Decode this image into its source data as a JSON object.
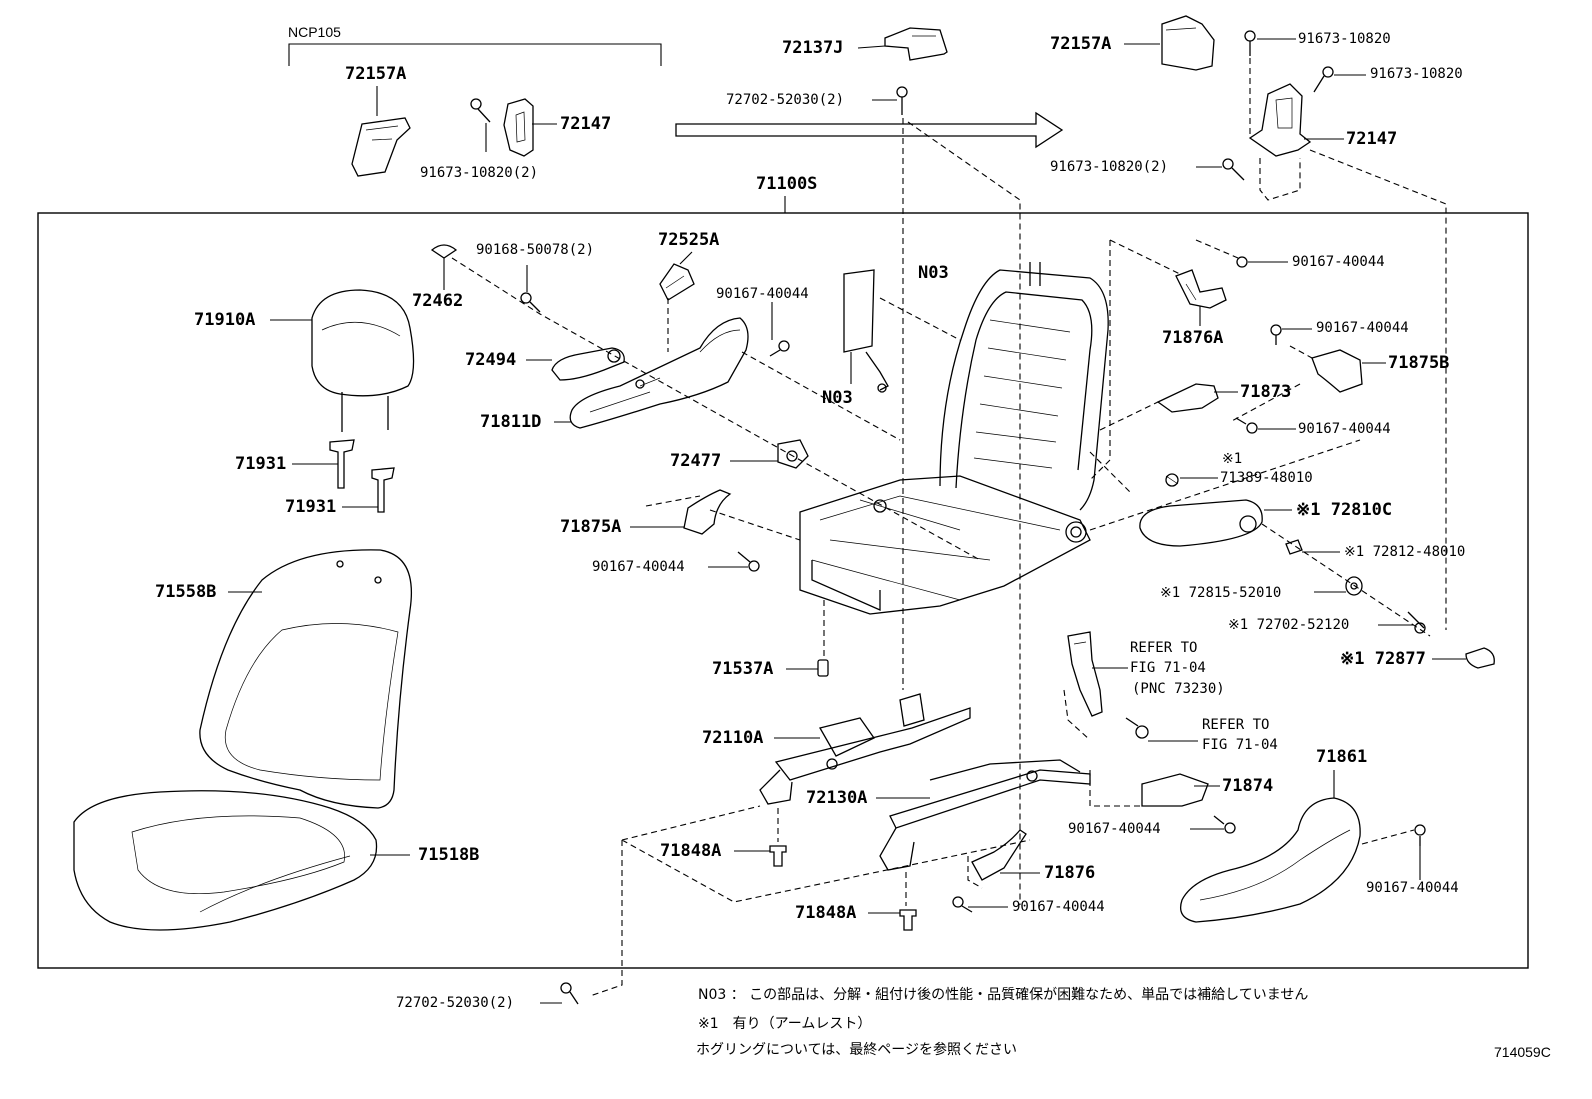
{
  "variant": "NCP105",
  "assembly": "71100S",
  "figure_code": "714059C",
  "parts": {
    "p72157A_left": "72157A",
    "p72147_left": "72147",
    "p91673_left": "91673-10820(2)",
    "p72137J": "72137J",
    "p72702_52030_top": "72702-52030(2)",
    "p72157A_right": "72157A",
    "p91673_r1": "91673-10820",
    "p91673_r2": "91673-10820",
    "p72147_right": "72147",
    "p91673_r3": "91673-10820(2)",
    "p90168": "90168-50078(2)",
    "p72525A": "72525A",
    "p72462": "72462",
    "p90167_a": "90167-40044",
    "p71910A": "71910A",
    "p72494": "72494",
    "p71811D": "71811D",
    "p72477": "72477",
    "p71931_a": "71931",
    "p71931_b": "71931",
    "p71875A": "71875A",
    "p90167_b": "90167-40044",
    "p71558B": "71558B",
    "p71537A": "71537A",
    "p72110A": "72110A",
    "p72130A": "72130A",
    "p71848A_a": "71848A",
    "p71848A_b": "71848A",
    "p71518B": "71518B",
    "p71876": "71876",
    "p90167_c": "90167-40044",
    "pN03_a": "N03",
    "pN03_b": "N03",
    "p90167_d": "90167-40044",
    "p71876A": "71876A",
    "p90167_e": "90167-40044",
    "p71875B": "71875B",
    "p71873": "71873",
    "p90167_f": "90167-40044",
    "p71389_note": "※1",
    "p71389": "71389-48010",
    "p72810C": "※1 72810C",
    "p72812": "※1 72812-48010",
    "p72815": "※1 72815-52010",
    "p72702_52120": "※1 72702-52120",
    "p72877": "※1 72877",
    "refer1_a": "REFER TO",
    "refer1_b": "FIG 71-04",
    "refer1_c": "(PNC 73230)",
    "refer2_a": "REFER TO",
    "refer2_b": "FIG 71-04",
    "p71874": "71874",
    "p90167_g": "90167-40044",
    "p71861": "71861",
    "p90167_h": "90167-40044",
    "p72702_52030_bottom": "72702-52030(2)"
  },
  "notes": {
    "line1": "N03 ： この部品は、分解・組付け後の性能・品質確保が困難なため、単品では補給していません",
    "line2": "※1　有り（アームレスト）",
    "line3": "ホグリングについては、最終ページを参照ください"
  }
}
